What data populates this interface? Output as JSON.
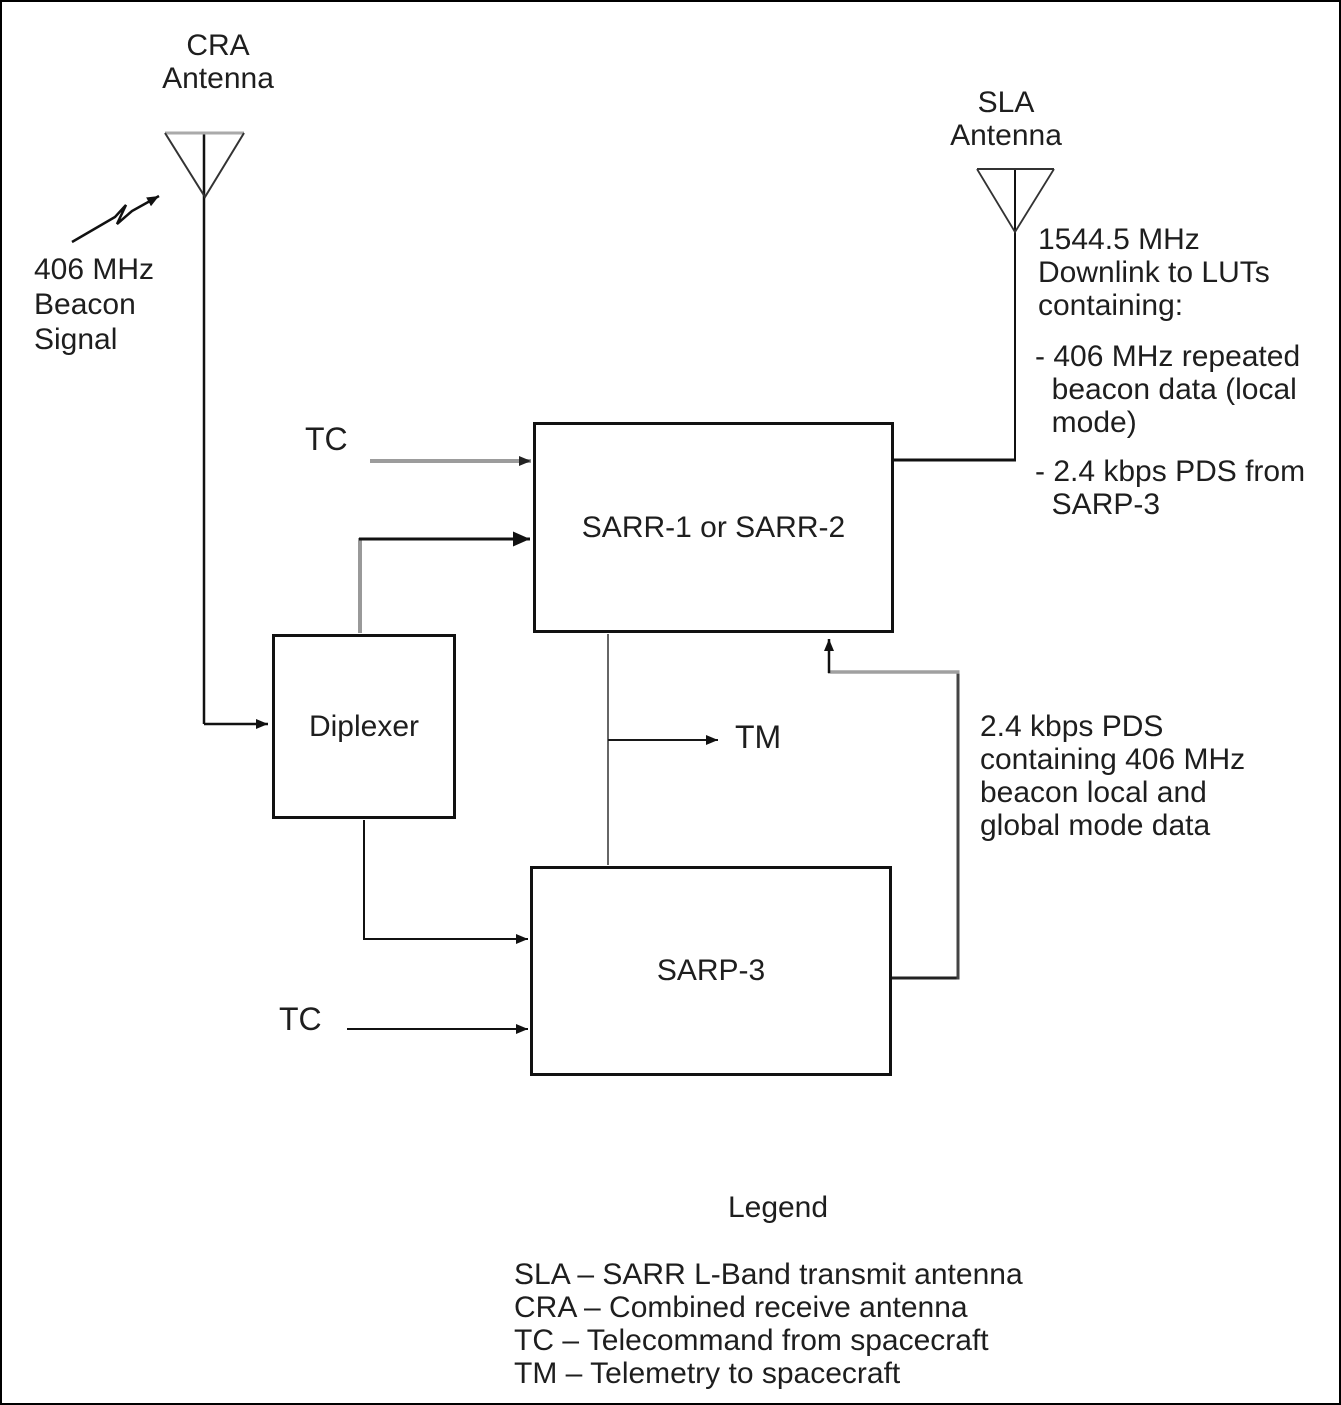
{
  "antennas": {
    "cra": {
      "label": "CRA\nAntenna"
    },
    "sla": {
      "label": "SLA\nAntenna"
    }
  },
  "signals": {
    "beacon": "406 MHz\nBeacon\nSignal",
    "downlink_intro": "1544.5 MHz\nDownlink to LUTs\ncontaining:",
    "downlink_item1": "- 406 MHz repeated\n  beacon data (local\n  mode)",
    "downlink_item2": "- 2.4 kbps PDS from\n  SARP-3",
    "pds_note": "2.4 kbps PDS\ncontaining 406 MHz\nbeacon local and\nglobal mode data",
    "tc_top": "TC",
    "tc_bottom": "TC",
    "tm": "TM"
  },
  "boxes": {
    "sarr": "SARR-1 or SARR-2",
    "diplexer": "Diplexer",
    "sarp": "SARP-3"
  },
  "legend": {
    "title": "Legend",
    "items": [
      "SLA – SARR L-Band transmit antenna",
      "CRA – Combined receive antenna",
      "TC – Telecommand from spacecraft",
      "TM – Telemetry to spacecraft"
    ]
  },
  "colors": {
    "line_black": "#111111",
    "line_gray": "#9c9c9c",
    "line_gray_dark": "#555555",
    "background": "#ffffff"
  }
}
